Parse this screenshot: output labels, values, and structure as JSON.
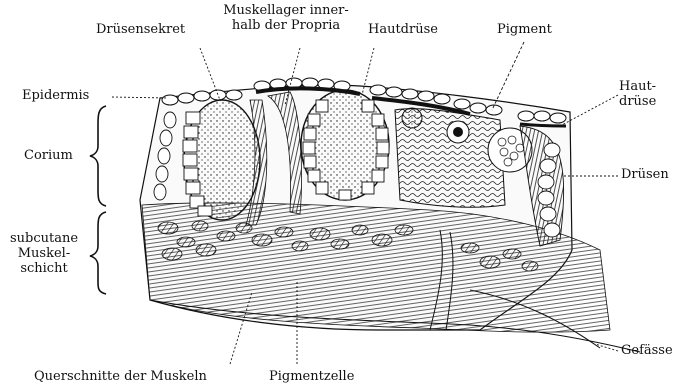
{
  "figure": {
    "labels": {
      "druesensekret": "Drüsensekret",
      "muskellager": "Muskellager inner-\nhalb der Propria",
      "muskellager_line1": "Muskellager inner-",
      "muskellager_line2": "halb der Propria",
      "hautdruese_top": "Hautdrüse",
      "pigment": "Pigment",
      "epidermis": "Epidermis",
      "corium": "Corium",
      "subcutane_line1": "subcutane",
      "subcutane_line2": "Muskel-",
      "subcutane_line3": "schicht",
      "hautdruese_right_line1": "Haut-",
      "hautdruese_right_line2": "drüse",
      "druesen": "Drüsen",
      "gefaesse": "Gefässe",
      "querschnitte": "Querschnitte der Muskeln",
      "pigmentzelle": "Pigmentzelle"
    },
    "colors": {
      "ink": "#111111",
      "paper": "#ffffff"
    }
  }
}
